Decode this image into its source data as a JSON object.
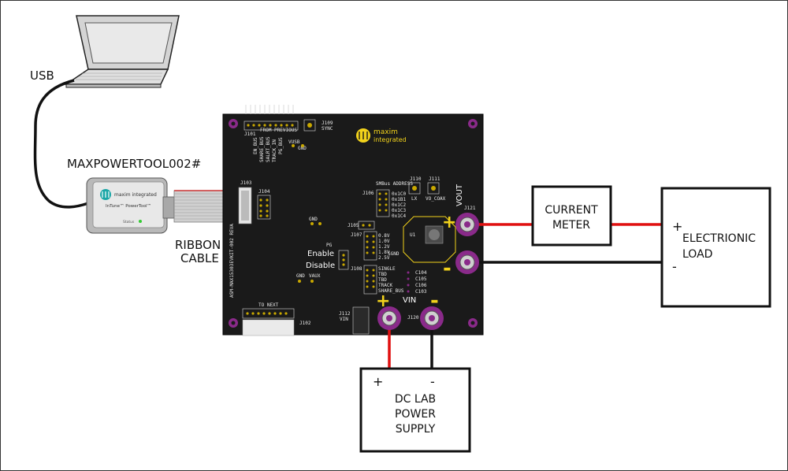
{
  "labels": {
    "usb": "USB",
    "dongle_id": "MAXPOWERTOOL002#",
    "ribbon_line1": "RIBBON",
    "ribbon_line2": "CABLE",
    "meter_line1": "CURRENT",
    "meter_line2": "METER",
    "load_line1": "ELECTRIONIC",
    "load_line2": "LOAD",
    "supply_line1": "DC LAB",
    "supply_line2": "POWER",
    "supply_line3": "SUPPLY",
    "plus": "+",
    "minus": "-"
  },
  "dongle": {
    "brand": "maxim integrated",
    "product": "InTune™ PowerTool™",
    "status": "Status"
  },
  "board": {
    "brand_line1": "maxim",
    "brand_line2": "integrated",
    "part": "ASM-MAX15303EVKIT-002 REVA",
    "vout_label": "VOUT",
    "vin_label": "VIN",
    "enable": "Enable",
    "disable": "Disable",
    "from_previous": "FROM PREVIOUS",
    "to_next": "TO NEXT",
    "j101": "J101",
    "j102": "J102",
    "j103": "J103",
    "j104": "J104",
    "j105": "J105",
    "j106": "J106",
    "j107": "J107",
    "j108": "J108",
    "j109": "J109",
    "sync": "SYNC",
    "j110": "J110",
    "j111": "J111",
    "lx": "LX",
    "vo_coax": "VO_COAX",
    "j112": "J112",
    "j112_vin": "VIN",
    "j120": "J120",
    "j121": "J121",
    "smbus_address": "SMBus ADDRESS",
    "address_options": [
      "0x1C0",
      "0x1B1",
      "0x1C2",
      "0x1C3",
      "0x1C4"
    ],
    "vout_options": [
      "0.8V",
      "1.0V",
      "1.2V",
      "1.8V",
      "2.5V"
    ],
    "mode_options": [
      "SINGLE",
      "TBD",
      "TBD",
      "TRACK",
      "SHARE_BUS"
    ],
    "pins_top": [
      "EN_BUS",
      "SHARE_BUS",
      "SALRT_BUS",
      "TRACK_IN",
      "PG_BUS"
    ],
    "gnd": "GND",
    "vusb": "VUSB",
    "vaux": "VAUX",
    "pg": "PG",
    "sgnd": "SGND",
    "u1": "U1",
    "cap_labels": [
      "C104",
      "C105",
      "C106",
      "C103"
    ]
  },
  "colors": {
    "pcb": "#1a1a1a",
    "terminal": "#8a2a8a",
    "wire_positive": "#e01010",
    "wire_negative": "#111111",
    "silk_yellow": "#f2d21b"
  }
}
